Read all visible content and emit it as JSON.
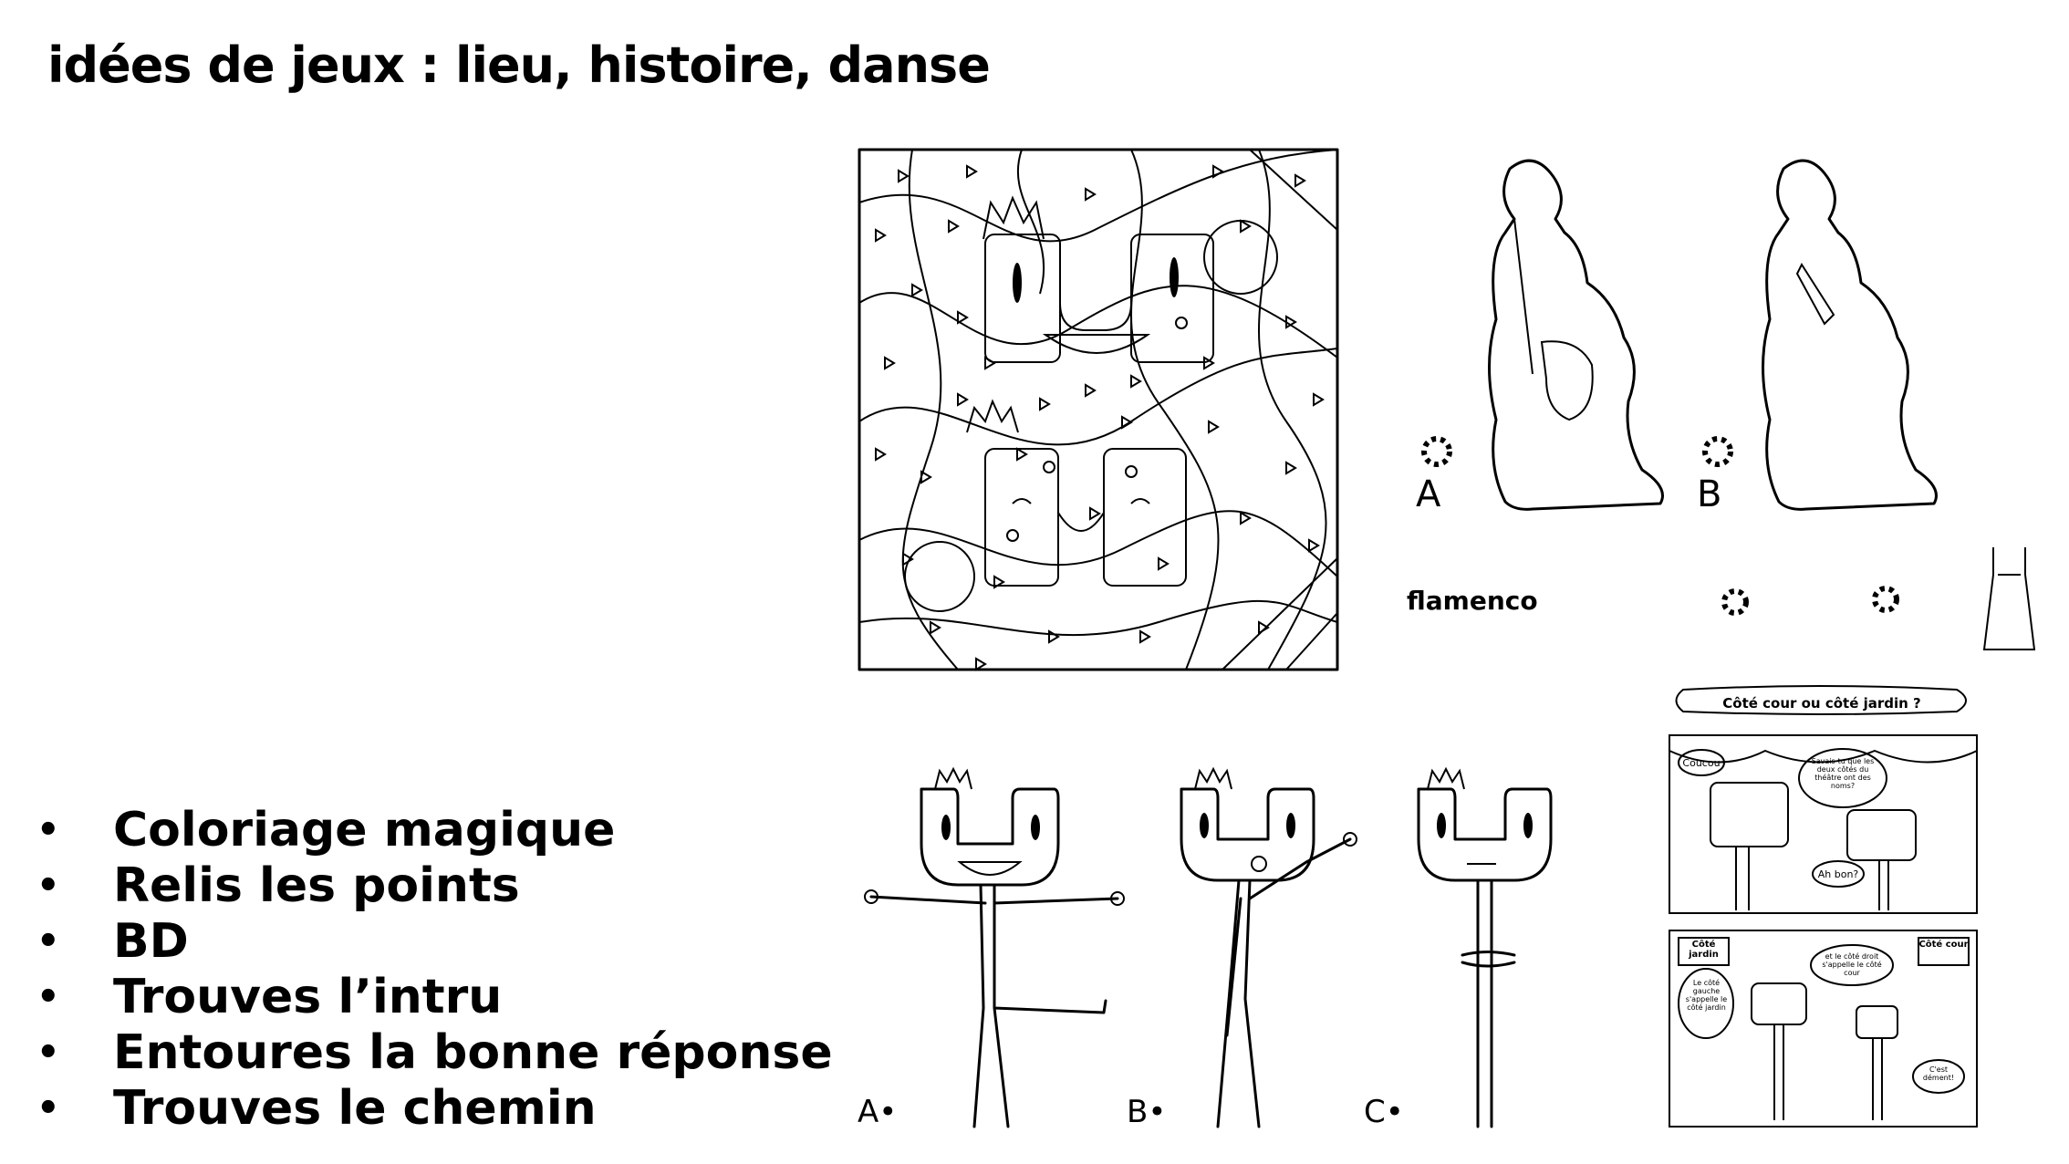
{
  "slide": {
    "title": "idées de jeux : lieu, histoire, danse",
    "bullets": [
      "Coloriage magique",
      "Relis les points",
      "BD",
      "Trouves l’intru",
      "Entoures la bonne réponse",
      "Trouves le chemin"
    ]
  },
  "dancer_quiz": {
    "option_a": "A",
    "option_b": "B",
    "dance_word": "flamenco"
  },
  "pose_quiz": {
    "label_a": "A•",
    "label_b": "B•",
    "label_c": "C•"
  },
  "comic": {
    "title": "Côté cour ou côté jardin ?",
    "panel1": {
      "bubble_hello": "Coucou",
      "bubble_question": "Savais-tu que les deux côtés du théâtre ont des noms?",
      "bubble_reply": "Ah bon?"
    },
    "panel2": {
      "sign_left": "Côté jardin",
      "sign_right": "Côté cour",
      "bubble_left": "Le côté gauche s'appelle le côté jardin",
      "bubble_right": "et le côté droit s'appelle le côté cour",
      "bubble_end": "C'est dément!"
    }
  },
  "icons": [
    "crown-icon",
    "answer-circle-icon",
    "dress-icon",
    "violin-icon",
    "fan-icon"
  ]
}
